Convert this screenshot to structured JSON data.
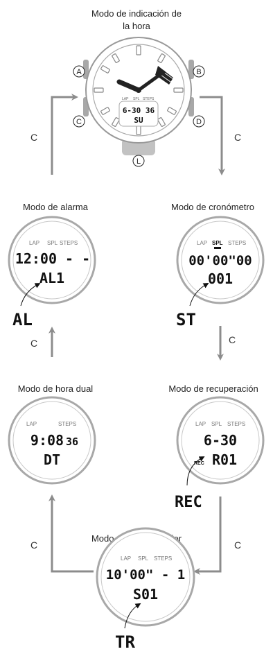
{
  "timekeeping": {
    "title_line1": "Modo de indicación de",
    "title_line2": "la hora",
    "button_a": "A",
    "button_b": "B",
    "button_c": "C",
    "button_d": "D",
    "button_l": "L",
    "dial_labels": [
      "LAP",
      "SPL",
      "STEPS"
    ],
    "display_time": "6-30 36",
    "display_day": "SU"
  },
  "alarm": {
    "title": "Modo de alarma",
    "indicators": [
      "LAP",
      "SPL",
      "STEPS"
    ],
    "line1": "12:00 - -",
    "line2": "AL1",
    "callout": "AL"
  },
  "stopwatch": {
    "title": "Modo de cronómetro",
    "indicators": [
      "LAP",
      "SPL",
      "STEPS"
    ],
    "line1": "00'00\"00",
    "line2": "001",
    "callout": "ST"
  },
  "dualtime": {
    "title": "Modo de hora dual",
    "indicators": [
      "LAP",
      "STEPS"
    ],
    "line1": "9:08",
    "line1_seconds": "36",
    "line2": "DT"
  },
  "recall": {
    "title": "Modo de recuperación",
    "indicators": [
      "LAP",
      "SPL",
      "STEPS"
    ],
    "line1": "6-30",
    "line2": "R01",
    "rec_small": "REC",
    "callout": "REC"
  },
  "timer": {
    "title": "Modo de temporizador",
    "indicators": [
      "LAP",
      "SPL",
      "STEPS"
    ],
    "line1": "10'00\" - 1",
    "line2": "S01",
    "callout": "TR"
  },
  "arrows": {
    "label": "C"
  },
  "colors": {
    "arrow": "#8c8c8c",
    "bezel": "#a8a8a8",
    "ink": "#111111"
  }
}
